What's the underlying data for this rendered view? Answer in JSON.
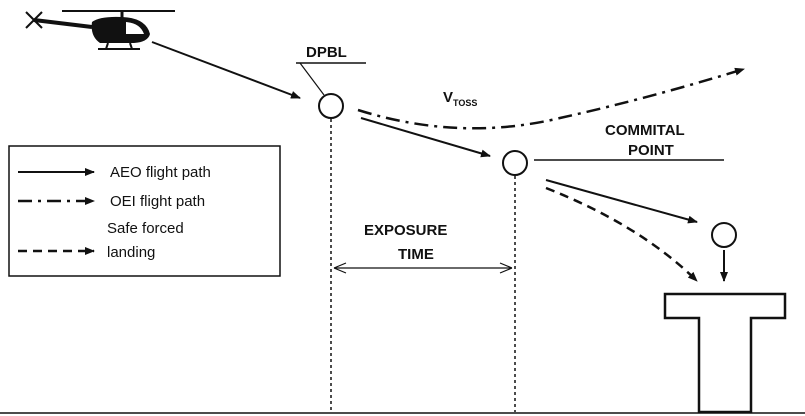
{
  "labels": {
    "dpbl": "DPBL",
    "vtoss_main": "V",
    "vtoss_sub": "TOSS",
    "commital_line1": "COMMITAL",
    "commital_line2": "POINT",
    "exposure_line1": "EXPOSURE",
    "exposure_line2": "TIME"
  },
  "legend": {
    "aeo": "AEO flight path",
    "oei": "OEI flight path",
    "safe_line1": "Safe forced",
    "safe_line2": "landing"
  },
  "colors": {
    "ink": "#111111",
    "background": "#ffffff"
  },
  "icons": [
    "helicopter-icon",
    "rotor-blur-icon",
    "helipad-icon"
  ]
}
